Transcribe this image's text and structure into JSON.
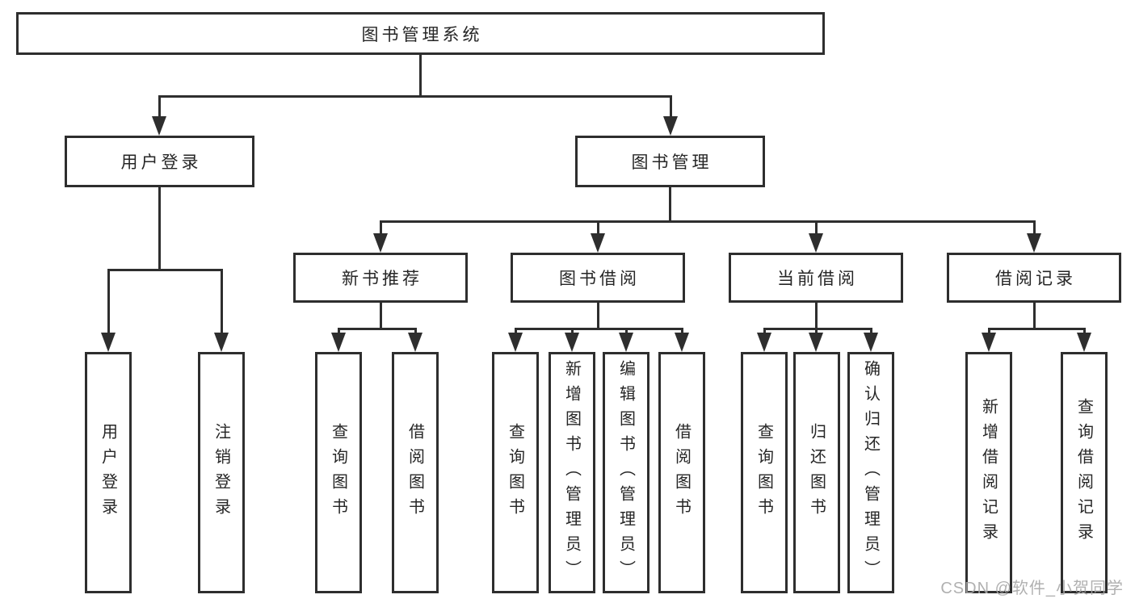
{
  "diagram": {
    "title": "图书管理系统",
    "watermark": "CSDN @软件_小贺同学",
    "colors": {
      "line": "#2e2e2e",
      "box_background": "#ffffff",
      "text": "#262626",
      "watermark": "#a8a8a8",
      "page_background": "#ffffff"
    },
    "root": {
      "label": "图书管理系统"
    },
    "branches": [
      {
        "label": "用户登录",
        "leaves": [
          {
            "label": "用户登录"
          },
          {
            "label": "注销登录"
          }
        ]
      },
      {
        "label": "图书管理",
        "groups": [
          {
            "label": "新书推荐",
            "leaves": [
              {
                "label": "查询图书"
              },
              {
                "label": "借阅图书"
              }
            ]
          },
          {
            "label": "图书借阅",
            "leaves": [
              {
                "label": "查询图书"
              },
              {
                "label": "新增图书（管理员）"
              },
              {
                "label": "编辑图书（管理员）"
              },
              {
                "label": "借阅图书"
              }
            ]
          },
          {
            "label": "当前借阅",
            "leaves": [
              {
                "label": "查询图书"
              },
              {
                "label": "归还图书"
              },
              {
                "label": "确认归还（管理员）"
              }
            ]
          },
          {
            "label": "借阅记录",
            "leaves": [
              {
                "label": "新增借阅记录"
              },
              {
                "label": "查询借阅记录"
              }
            ]
          }
        ]
      }
    ]
  }
}
